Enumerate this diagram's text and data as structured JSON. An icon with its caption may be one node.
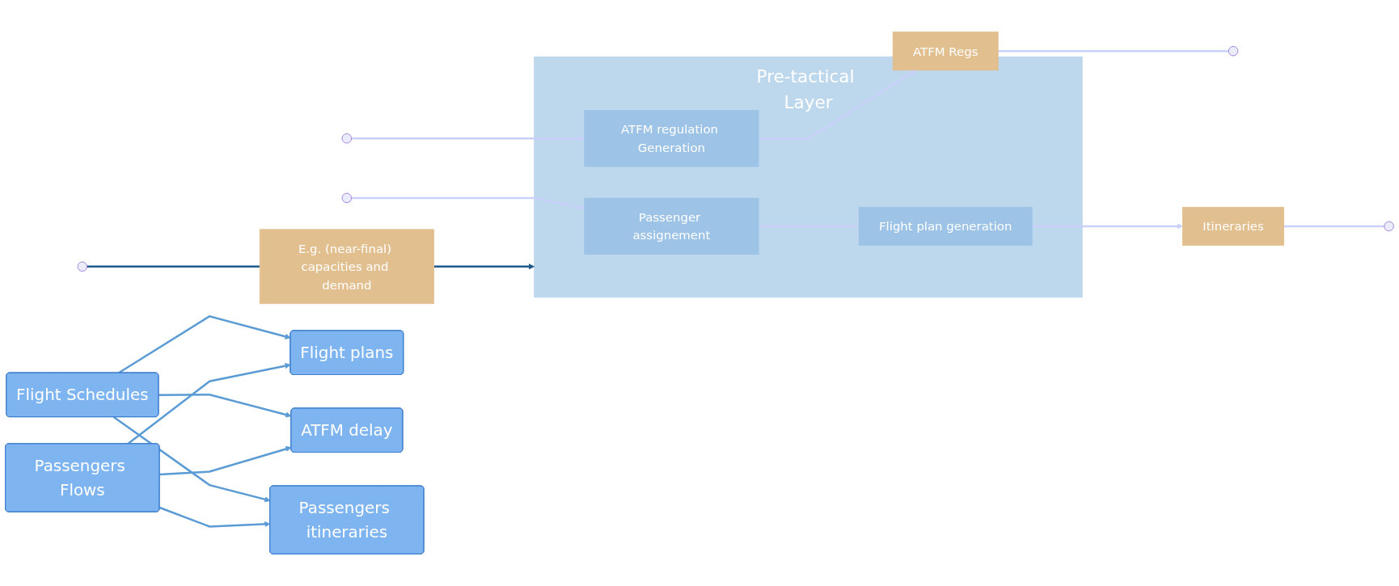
{
  "diagram": {
    "nodes": [
      {
        "text": [
          "E.g. (near-final) capacities and demand"
        ]
      },
      {
        "text": [
          "Pre-tactical Layer"
        ]
      },
      {
        "text": [
          "Passenger assignement"
        ],
        "in": 1
      },
      {
        "text": [
          "Flight plan generation"
        ],
        "in": 1
      },
      {
        "text": [
          "ATFM regulation Generation"
        ],
        "in": 1
      },
      {
        "text": [
          "Itineraries"
        ]
      },
      {
        "text": [
          "ATFM Regs"
        ]
      },
      {
        "text": [
          "Flight Schedules"
        ]
      },
      {
        "text": [
          "Passengers Flows"
        ]
      },
      {
        "text": [
          "Flight plans"
        ]
      },
      {
        "text": [
          "ATFM delay"
        ]
      },
      {
        "text": [
          "Passengers itineraries"
        ]
      }
    ],
    "edges": [
      {
        "from": null,
        "to": 0,
        "arrow": "none",
        "color": "#1f5a8c"
      },
      {
        "from": 0,
        "to": 1,
        "arrow": "to",
        "color": "#1f5a8c"
      },
      {
        "from": null,
        "to": 2,
        "arrow": "to"
      },
      {
        "from": null,
        "to": 4,
        "arrow": "to"
      },
      {
        "from": 2,
        "to": 3,
        "arrow": "none"
      },
      {
        "from": 3,
        "to": 5,
        "arrow": "to"
      },
      {
        "from": 4,
        "to": 6,
        "arrow": "to"
      },
      {
        "from": 5,
        "to": null,
        "arrow": "none"
      },
      {
        "from": 6,
        "to": null,
        "arrow": "none"
      },
      {
        "from": 7,
        "to": 9,
        "arrow": "to",
        "color": "#5b9bd5"
      },
      {
        "from": 7,
        "to": 10,
        "arrow": "to",
        "color": "#5b9bd5"
      },
      {
        "from": 7,
        "to": 11,
        "arrow": "to",
        "color": "#5b9bd5"
      },
      {
        "from": 8,
        "to": 9,
        "arrow": "to",
        "color": "#5b9bd5"
      },
      {
        "from": 8,
        "to": 10,
        "arrow": "to",
        "color": "#5b9bd5"
      },
      {
        "from": 8,
        "to": 11,
        "arrow": "to",
        "color": "#5b9bd5"
      }
    ]
  }
}
